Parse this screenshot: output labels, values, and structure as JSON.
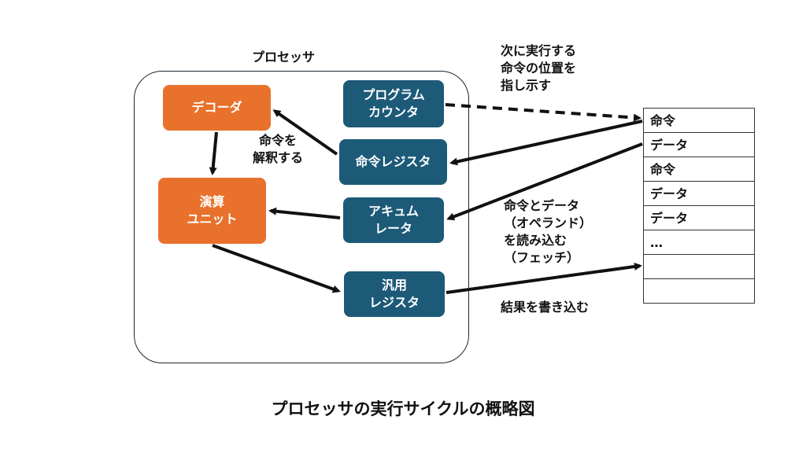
{
  "diagram": {
    "processor_title": "プロセッサ",
    "nodes": {
      "decoder": "デコーダ",
      "alu": "演算\nユニット",
      "program_counter": "プログラム\nカウンタ",
      "instruction_register": "命令レジスタ",
      "accumulator": "アキュム\nレータ",
      "general_register": "汎用\nレジスタ"
    },
    "annotations": {
      "decode": "命令を\n解釈する",
      "next_instruction": "次に実行する\n命令の位置を\n指し示す",
      "fetch": "命令とデータ\n（オペランド）\nを読み込む\n（フェッチ）",
      "write_result": "結果を書き込む"
    },
    "memory_cells": [
      "命令",
      "データ",
      "命令",
      "データ",
      "データ",
      "…",
      "",
      ""
    ],
    "caption": "プロセッサの実行サイクルの概略図"
  },
  "colors": {
    "orange": "#e8712b",
    "blue": "#1c5a78",
    "border": "#1a2733",
    "arrow": "#111111"
  }
}
